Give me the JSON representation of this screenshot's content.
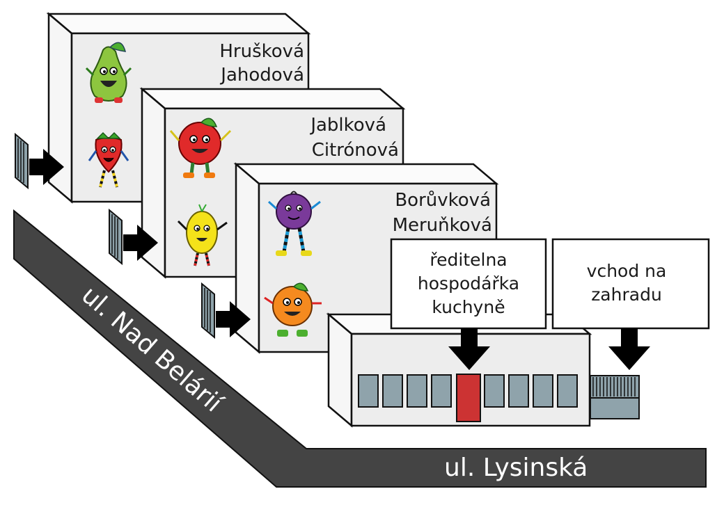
{
  "buildings": [
    {
      "id": "pavilion-1",
      "classes": [
        "Hrušková",
        "Jahodová"
      ],
      "fruits": [
        "pear-icon",
        "strawberry-icon"
      ]
    },
    {
      "id": "pavilion-2",
      "classes": [
        "Jablková",
        "Citrónová"
      ],
      "fruits": [
        "apple-icon",
        "lemon-icon"
      ]
    },
    {
      "id": "pavilion-3",
      "classes": [
        "Borůvková",
        "Meruňková"
      ],
      "fruits": [
        "blueberry-icon",
        "apricot-icon"
      ]
    }
  ],
  "labels": {
    "office_line1": "ředitelna",
    "office_line2": "hospodářka",
    "office_line3": "kuchyně",
    "garden_line1": "vchod na",
    "garden_line2": "zahradu"
  },
  "streets": {
    "diagonal": "ul. Nad Belárií",
    "horizontal": "ul. Lysinská"
  },
  "colors": {
    "road": "#444444",
    "door": "#cc3333",
    "window": "#8fa3ab",
    "wall": "#ededed"
  }
}
